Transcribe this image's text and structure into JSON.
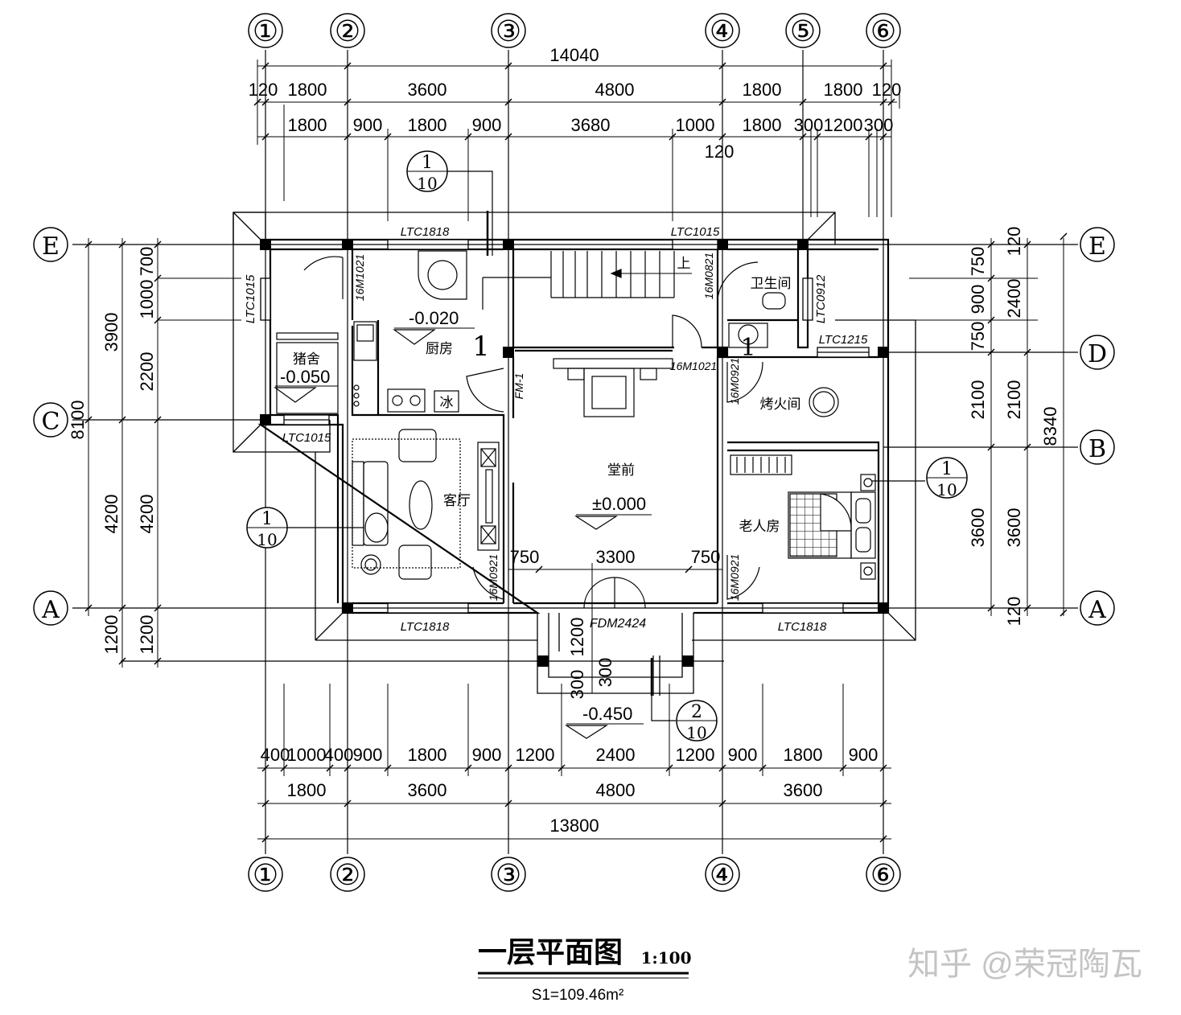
{
  "grid_axes": {
    "top": [
      "①",
      "②",
      "③",
      "④",
      "⑤",
      "⑥"
    ],
    "bottom": [
      "①",
      "②",
      "③",
      "④",
      "⑥"
    ],
    "left": [
      "E",
      "C",
      "A"
    ],
    "right": [
      "E",
      "D",
      "B",
      "A"
    ]
  },
  "dims": {
    "top_overall": "14040",
    "top_row1": [
      "120",
      "1800",
      "3600",
      "4800",
      "1800",
      "1800",
      "120"
    ],
    "top_row2": [
      "1800",
      "900",
      "1800",
      "900",
      "3680",
      "1000",
      "1800",
      "300",
      "1200",
      "300"
    ],
    "top_extra": "120",
    "bottom_row1": [
      "400",
      "1000",
      "400",
      "900",
      "1800",
      "900",
      "1200",
      "2400",
      "1200",
      "900",
      "1800",
      "900"
    ],
    "bottom_row2": [
      "1800",
      "3600",
      "4800",
      "3600"
    ],
    "bottom_overall": "13800",
    "left_outer": [
      "3900",
      "8100",
      "4200",
      "1200"
    ],
    "left_inner": [
      "700",
      "1000",
      "2200",
      "4200",
      "1200"
    ],
    "right_inner": [
      "120",
      "750",
      "900",
      "750",
      "2100",
      "3600",
      "120"
    ],
    "right_mid": [
      "2400",
      "2100",
      "3600"
    ],
    "right_outer": "8340",
    "porch": [
      "1200",
      "300",
      "300"
    ]
  },
  "dims_mid": {
    "left": "750",
    "center": "3300",
    "right": "750"
  },
  "windows": {
    "ltc1818_top": "LTC1818",
    "ltc1015_top": "LTC1015",
    "ltc1015_left": "LTC1015",
    "ltc1015_bottom": "LTC1015",
    "ltc0912": "LTC0912",
    "ltc1215": "LTC1215",
    "ltc1818_bl": "LTC1818",
    "ltc1818_br": "LTC1818"
  },
  "doors": {
    "m1021_kitchen": "16M1021",
    "m0821": "16M0821",
    "m1021_hall": "16M1021",
    "m0921_fire": "16M0921",
    "fm1": "FM-1",
    "m0921_living": "16M0921",
    "m0921_elder": "16M0921",
    "fdm2424": "FDM2424"
  },
  "rooms": {
    "pig": "猪舍",
    "kitchen": "厨房",
    "living": "客厅",
    "hall": "堂前",
    "bath": "卫生间",
    "fire": "烤火间",
    "elder": "老人房",
    "fridge": "冰",
    "stairs_up": "上"
  },
  "levels": {
    "kitchen": "-0.020",
    "pig": "-0.050",
    "hall": "±0.000",
    "porch": "-0.450"
  },
  "section_marks": {
    "num": "1",
    "section_two": "2",
    "sheet": "10",
    "cut_left": "1",
    "cut_right": "1"
  },
  "title": {
    "main": "一层平面图",
    "scale": "1:100",
    "area": "S1=109.46m²"
  },
  "watermark": "知乎 @荣冠陶瓦"
}
